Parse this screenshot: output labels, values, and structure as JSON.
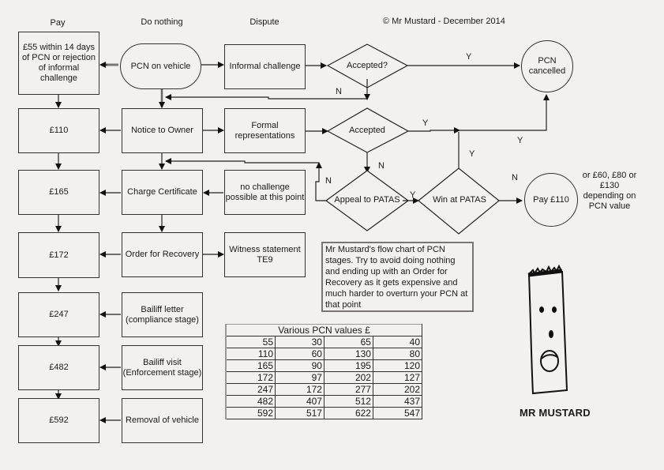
{
  "columns": {
    "pay": "Pay",
    "do_nothing": "Do nothing",
    "dispute": "Dispute"
  },
  "copyright": "© Mr Mustard - December 2014",
  "pay_column": [
    "£55 within 14 days of PCN or rejection of informal challenge",
    "£110",
    "£165",
    "£172",
    "£247",
    "£482",
    "£592"
  ],
  "do_nothing_column": [
    "PCN on vehicle",
    "Notice to Owner",
    "Charge Certificate",
    "Order for Recovery",
    "Bailiff letter (compliance stage)",
    "Bailiff visit (Enforcement stage)",
    "Removal of vehicle"
  ],
  "dispute_column": [
    "Informal challenge",
    "Formal representations",
    "no challenge possible at this point",
    "Witness statement TE9"
  ],
  "decisions": {
    "accepted_q": "Accepted?",
    "accepted": "Accepted",
    "appeal_patas": "Appeal to PATAS",
    "win_patas": "Win at PATAS"
  },
  "terminals": {
    "cancelled": "PCN cancelled",
    "pay110": "Pay £110"
  },
  "branch_labels": {
    "yes": "Y",
    "no": "N"
  },
  "pay110_note": "or £60, £80 or £130 depending on PCN value",
  "note_text": "Mr Mustard's flow chart of PCN stages. Try to avoid doing nothing and ending up with an Order for Recovery as it gets expensive and much harder to overturn your PCN at that point",
  "table": {
    "title": "Various PCN values £",
    "rows": [
      [
        55,
        30,
        65,
        40
      ],
      [
        110,
        60,
        130,
        80
      ],
      [
        165,
        90,
        195,
        120
      ],
      [
        172,
        97,
        202,
        127
      ],
      [
        247,
        172,
        277,
        202
      ],
      [
        482,
        407,
        512,
        437
      ],
      [
        592,
        517,
        622,
        547
      ]
    ]
  },
  "brand_name": "MR MUSTARD"
}
